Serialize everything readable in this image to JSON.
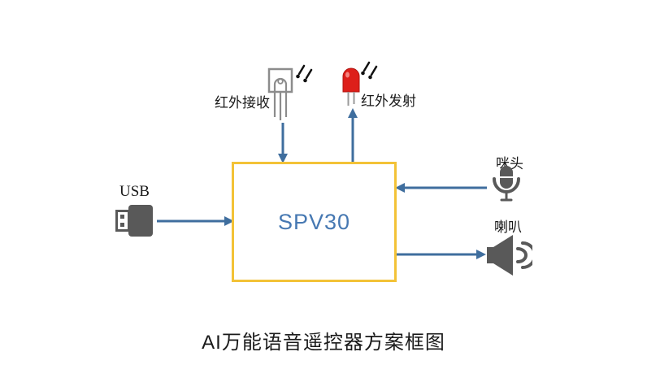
{
  "colors": {
    "box-border": "#F3C237",
    "arrow": "#3F6E9E",
    "chip-text": "#4678B2",
    "icon-gray": "#595959",
    "receiver-gray": "#8C8C8C",
    "led-red": "#DD1F1A",
    "text": "#1A1A1A"
  },
  "diagram": {
    "title": "AI万能语音遥控器方案框图",
    "chip": {
      "label": "SPV30"
    },
    "nodes": {
      "usb": {
        "label": "USB"
      },
      "ir_receiver": {
        "label": "红外接收"
      },
      "ir_emitter": {
        "label": "红外发射"
      },
      "microphone": {
        "label": "咪头"
      },
      "speaker": {
        "label": "喇叭"
      }
    },
    "connections": [
      {
        "from": "usb",
        "to": "chip",
        "direction": "right"
      },
      {
        "from": "ir_receiver",
        "to": "chip",
        "direction": "down"
      },
      {
        "from": "chip",
        "to": "ir_emitter",
        "direction": "up"
      },
      {
        "from": "microphone",
        "to": "chip",
        "direction": "left"
      },
      {
        "from": "chip",
        "to": "speaker",
        "direction": "right"
      }
    ],
    "icons": {
      "usb": "usb-plug-icon",
      "ir_receiver": "ir-receiver-icon",
      "ir_emitter": "ir-led-icon",
      "microphone": "microphone-icon",
      "speaker": "speaker-icon",
      "signal": "signal-sparks-icon"
    }
  }
}
